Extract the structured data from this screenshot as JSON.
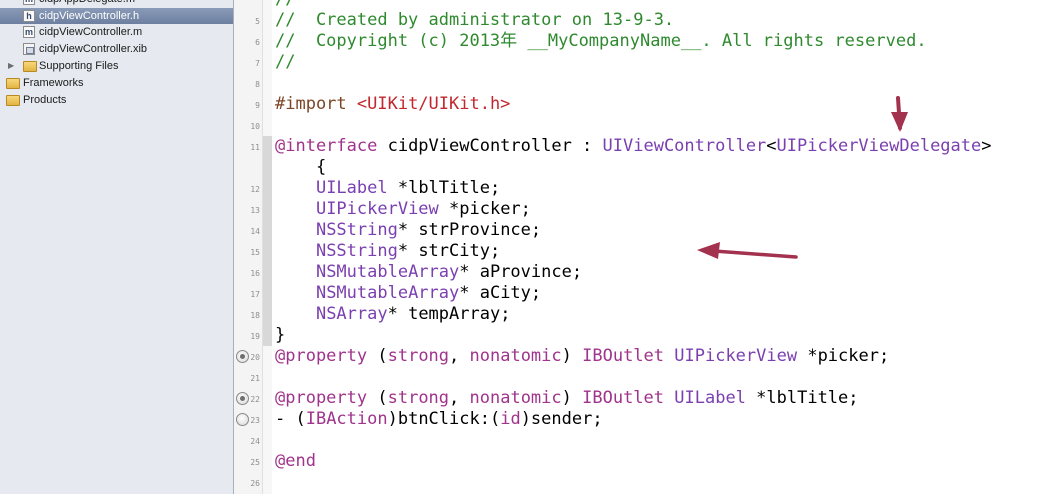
{
  "navigator": {
    "items": [
      {
        "label": "cidpAppDelegate.m",
        "type": "file",
        "badge": "m",
        "indent": 1,
        "selected": false
      },
      {
        "label": "cidpViewController.h",
        "type": "file",
        "badge": "h",
        "indent": 1,
        "selected": true
      },
      {
        "label": "cidpViewController.m",
        "type": "file",
        "badge": "m",
        "indent": 1,
        "selected": false
      },
      {
        "label": "cidpViewController.xib",
        "type": "xib",
        "badge": "",
        "indent": 1,
        "selected": false
      },
      {
        "label": "Supporting Files",
        "type": "folder",
        "badge": "",
        "indent": 1,
        "selected": false,
        "collapsed": true
      },
      {
        "label": "Frameworks",
        "type": "folder",
        "badge": "",
        "indent": 0,
        "selected": false,
        "collapsed": true
      },
      {
        "label": "Products",
        "type": "folder",
        "badge": "",
        "indent": 0,
        "selected": false,
        "collapsed": true
      }
    ]
  },
  "editor": {
    "lines": [
      {
        "number": "",
        "tokens": [
          [
            "comment",
            "//"
          ]
        ]
      },
      {
        "number": "5",
        "tokens": [
          [
            "comment",
            "//  Created by administrator on 13-9-3."
          ]
        ]
      },
      {
        "number": "6",
        "tokens": [
          [
            "comment",
            "//  Copyright (c) 2013年 __MyCompanyName__. All rights reserved."
          ]
        ]
      },
      {
        "number": "7",
        "tokens": [
          [
            "comment",
            "//"
          ]
        ]
      },
      {
        "number": "8",
        "tokens": []
      },
      {
        "number": "9",
        "tokens": [
          [
            "pre",
            "#import "
          ],
          [
            "string",
            "<UIKit/UIKit.h>"
          ]
        ]
      },
      {
        "number": "10",
        "tokens": []
      },
      {
        "number": "11",
        "tokens": [
          [
            "keyword",
            "@interface"
          ],
          [
            "plain",
            " cidpViewController : "
          ],
          [
            "class",
            "UIViewController"
          ],
          [
            "plain",
            "<"
          ],
          [
            "class",
            "UIPickerViewDelegate"
          ],
          [
            "plain",
            ">"
          ]
        ]
      },
      {
        "number": "",
        "tokens": [
          [
            "plain",
            "    {"
          ]
        ]
      },
      {
        "number": "12",
        "tokens": [
          [
            "plain",
            "    "
          ],
          [
            "class",
            "UILabel"
          ],
          [
            "plain",
            " *lblTitle;"
          ]
        ]
      },
      {
        "number": "13",
        "tokens": [
          [
            "plain",
            "    "
          ],
          [
            "class",
            "UIPickerView"
          ],
          [
            "plain",
            " *picker;"
          ]
        ]
      },
      {
        "number": "14",
        "tokens": [
          [
            "plain",
            "    "
          ],
          [
            "class",
            "NSString"
          ],
          [
            "plain",
            "* strProvince;"
          ]
        ]
      },
      {
        "number": "15",
        "tokens": [
          [
            "plain",
            "    "
          ],
          [
            "class",
            "NSString"
          ],
          [
            "plain",
            "* strCity;"
          ]
        ]
      },
      {
        "number": "16",
        "tokens": [
          [
            "plain",
            "    "
          ],
          [
            "class",
            "NSMutableArray"
          ],
          [
            "plain",
            "* aProvince;"
          ]
        ]
      },
      {
        "number": "17",
        "tokens": [
          [
            "plain",
            "    "
          ],
          [
            "class",
            "NSMutableArray"
          ],
          [
            "plain",
            "* aCity;"
          ]
        ]
      },
      {
        "number": "18",
        "tokens": [
          [
            "plain",
            "    "
          ],
          [
            "class",
            "NSArray"
          ],
          [
            "plain",
            "* tempArray;"
          ]
        ]
      },
      {
        "number": "19",
        "tokens": [
          [
            "plain",
            "}"
          ]
        ]
      },
      {
        "number": "20",
        "connector": "filled",
        "tokens": [
          [
            "keyword",
            "@property"
          ],
          [
            "plain",
            " ("
          ],
          [
            "keyword",
            "strong"
          ],
          [
            "plain",
            ", "
          ],
          [
            "keyword",
            "nonatomic"
          ],
          [
            "plain",
            ") "
          ],
          [
            "keyword",
            "IBOutlet"
          ],
          [
            "plain",
            " "
          ],
          [
            "class",
            "UIPickerView"
          ],
          [
            "plain",
            " *picker;"
          ]
        ]
      },
      {
        "number": "21",
        "tokens": []
      },
      {
        "number": "22",
        "connector": "filled",
        "tokens": [
          [
            "keyword",
            "@property"
          ],
          [
            "plain",
            " ("
          ],
          [
            "keyword",
            "strong"
          ],
          [
            "plain",
            ", "
          ],
          [
            "keyword",
            "nonatomic"
          ],
          [
            "plain",
            ") "
          ],
          [
            "keyword",
            "IBOutlet"
          ],
          [
            "plain",
            " "
          ],
          [
            "class",
            "UILabel"
          ],
          [
            "plain",
            " *lblTitle;"
          ]
        ]
      },
      {
        "number": "23",
        "connector": "empty",
        "tokens": [
          [
            "plain",
            "- ("
          ],
          [
            "keyword",
            "IBAction"
          ],
          [
            "plain",
            ")btnClick:("
          ],
          [
            "keyword",
            "id"
          ],
          [
            "plain",
            ")sender;"
          ]
        ]
      },
      {
        "number": "24",
        "tokens": []
      },
      {
        "number": "25",
        "tokens": [
          [
            "keyword",
            "@end"
          ]
        ]
      },
      {
        "number": "26",
        "tokens": []
      }
    ]
  },
  "colors": {
    "comment": "#2f8a2f",
    "keyword": "#a0338b",
    "class": "#7a3fb0",
    "string": "#c1272d",
    "preprocessor": "#7c4524",
    "annotation_arrow": "#a3324f",
    "selection": "#7d8fb0"
  }
}
